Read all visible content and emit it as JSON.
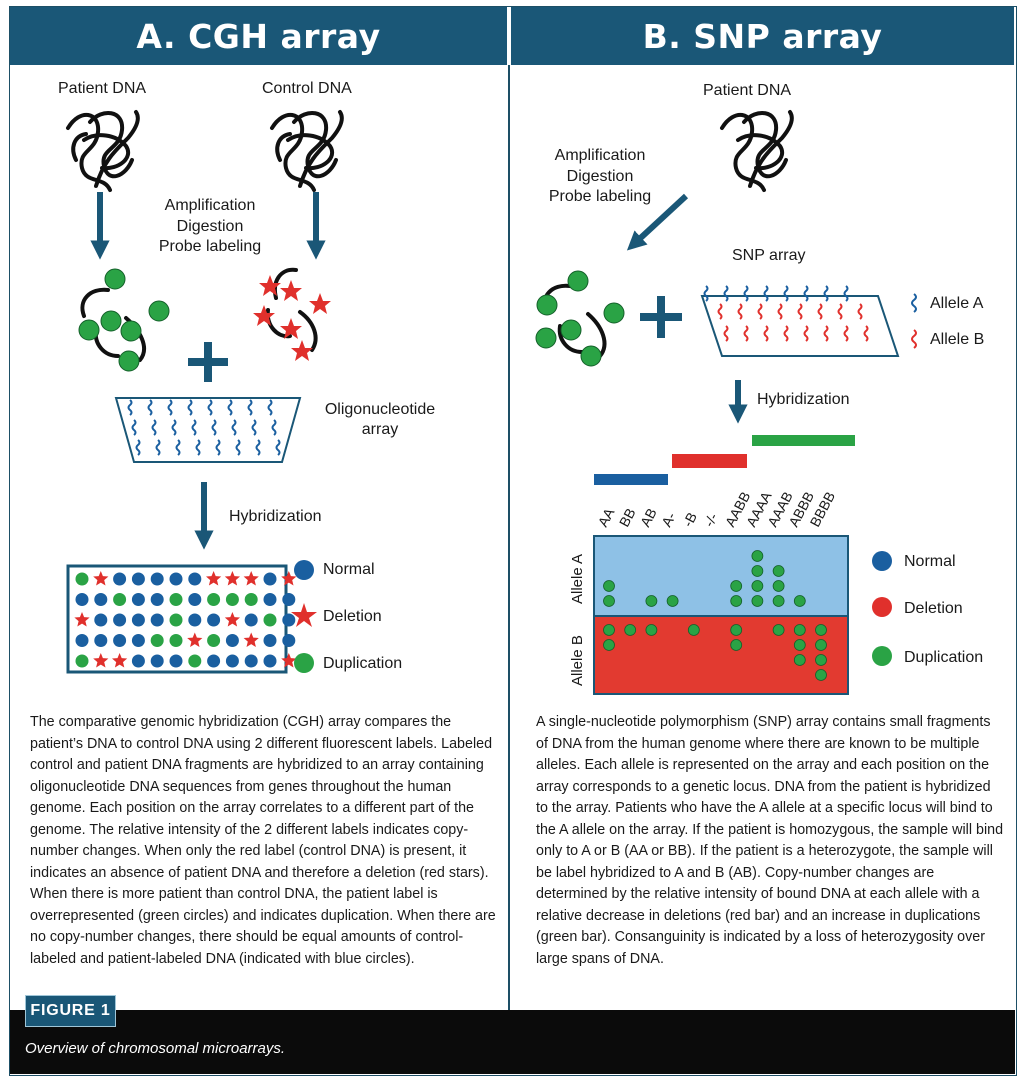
{
  "panel_a": {
    "title": "A. CGH array",
    "patient_dna": "Patient DNA",
    "control_dna": "Control DNA",
    "steps": [
      "Amplification",
      "Digestion",
      "Probe labeling"
    ],
    "array_label": [
      "Oligonucleotide",
      "array"
    ],
    "hybridization": "Hybridization",
    "legend": {
      "normal": "Normal",
      "deletion": "Deletion",
      "duplication": "Duplication"
    },
    "description": "The comparative genomic hybridization (CGH) array compares the patient’s DNA to control DNA using 2 different fluorescent labels. Labeled control and patient DNA fragments are hybridized to an array containing oligonucleotide DNA sequences from genes throughout the human genome. Each position on the array correlates to a different part of the genome. The relative intensity of the 2 different labels indicates copy-number changes. When only the red label (control DNA) is present, it indicates an absence of patient DNA and therefore a deletion (red stars). When there is more patient than control DNA, the patient label is overrepresented (green circles) and indicates duplication. When there are no copy-number changes, there should be equal amounts of control-labeled and patient-labeled DNA (indicated with blue circles)."
  },
  "panel_b": {
    "title": "B. SNP array",
    "patient_dna": "Patient DNA",
    "steps": [
      "Amplification",
      "Digestion",
      "Probe labeling"
    ],
    "array_label": "SNP array",
    "allele_a": "Allele A",
    "allele_b": "Allele B",
    "hybridization": "Hybridization",
    "columns": [
      "AA",
      "BB",
      "AB",
      "A-",
      "-B",
      "-/-",
      "AABB",
      "AAAA",
      "AAAB",
      "ABBB",
      "BBBB"
    ],
    "row_labels": [
      "Allele A",
      "Allele B"
    ],
    "legend": {
      "normal": "Normal",
      "deletion": "Deletion",
      "duplication": "Duplication"
    },
    "description": "A single-nucleotide polymorphism (SNP) array contains small fragments of DNA from the human genome where there are known to be multiple alleles. Each allele is represented on the array and each position on the array corresponds to a genetic locus. DNA from the patient is hybridized to the array. Patients who have the A allele at a specific locus will bind to the A allele on the array. If the patient is homozygous, the sample will bind only to A or B (AA or BB). If the patient is a heterozygote, the sample will be label hybridized to A and B (AB). Copy-number changes are determined by the relative intensity of bound DNA at each allele with a relative decrease in deletions (red bar) and an increase in duplications (green bar). Consanguinity is indicated by a loss of heterozygosity over large spans of DNA."
  },
  "figure": {
    "tag": "Figure 1",
    "caption": "Overview of chromosomal microarrays."
  },
  "colors": {
    "header": "#1a5777",
    "normal": "#1a5fa0",
    "deletion": "#e0302c",
    "duplication": "#2aa345",
    "allele_a_bg": "#8ec1e6",
    "allele_b_bg": "#e23a30"
  }
}
